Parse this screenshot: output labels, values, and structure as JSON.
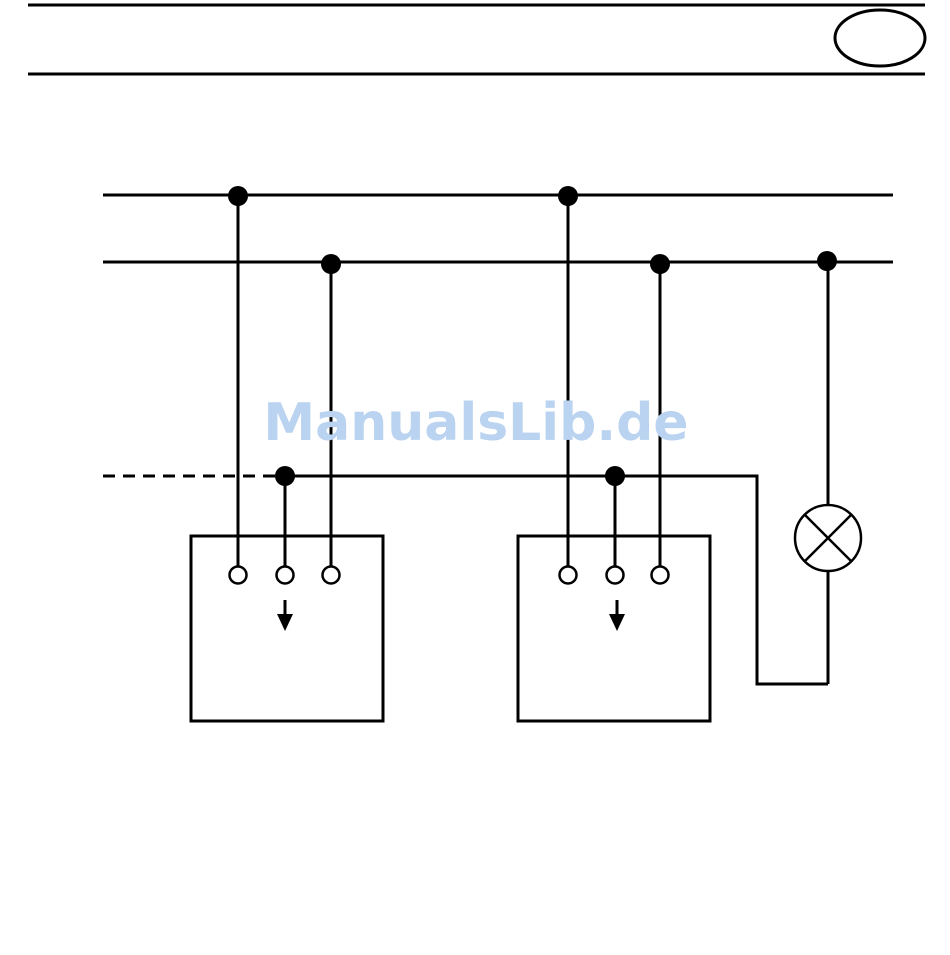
{
  "watermark": {
    "text": "ManualsLib.de",
    "color": "#b9d3f0"
  },
  "colors": {
    "line": "#000000",
    "background": "#ffffff"
  },
  "diagram": {
    "kind": "wiring-schematic",
    "components": [
      {
        "id": "switch-1",
        "type": "push-button-switch",
        "terminals": 3
      },
      {
        "id": "switch-2",
        "type": "push-button-switch",
        "terminals": 3
      },
      {
        "id": "lamp",
        "type": "lamp"
      }
    ],
    "buses": [
      "bus-1",
      "bus-2",
      "control-line"
    ]
  }
}
